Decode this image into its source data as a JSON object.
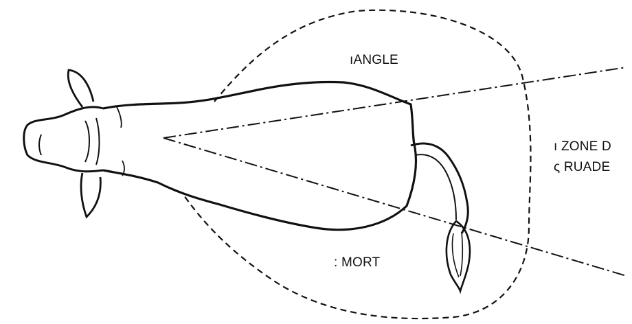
{
  "labels": {
    "top": "ıANGLE",
    "bottom": ": MORT",
    "right_line1": "ı ZONE D",
    "right_line2": "ς RUADE"
  },
  "colors": {
    "ink": "#111111",
    "background": "#ffffff"
  }
}
